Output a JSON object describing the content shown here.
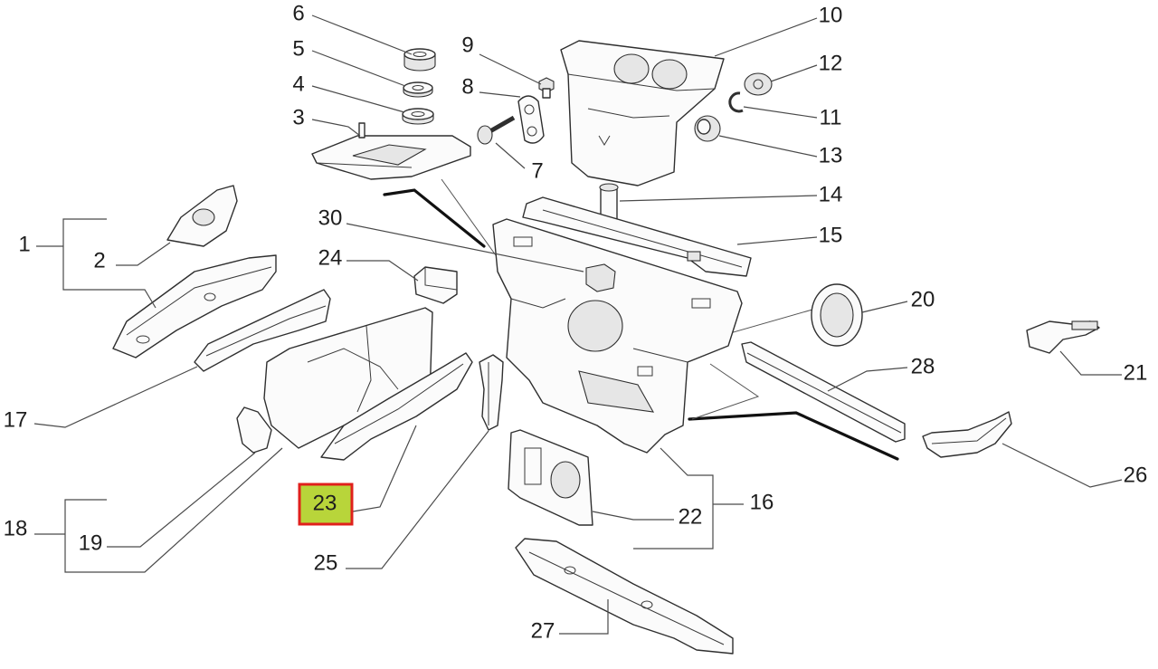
{
  "diagram": {
    "callouts": [
      "1",
      "2",
      "3",
      "4",
      "5",
      "6",
      "7",
      "8",
      "9",
      "10",
      "11",
      "12",
      "13",
      "14",
      "15",
      "16",
      "17",
      "18",
      "19",
      "20",
      "21",
      "22",
      "23",
      "24",
      "25",
      "26",
      "27",
      "28",
      "30"
    ],
    "highlight": {
      "fill_color": "#b8d53a",
      "border_color": "#e0201c"
    }
  },
  "colors": {
    "line": "#333333",
    "background": "#ffffff"
  }
}
